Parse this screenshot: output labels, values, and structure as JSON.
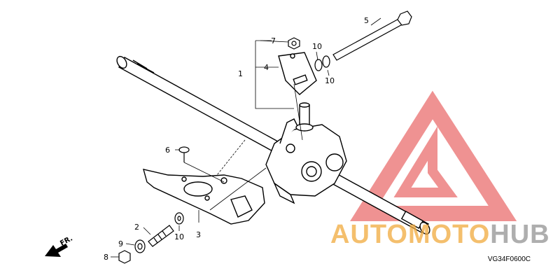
{
  "diagram": {
    "callouts": {
      "p1": "1",
      "p2": "2",
      "p3": "3",
      "p4": "4",
      "p5": "5",
      "p6": "6",
      "p7": "7",
      "p8": "8",
      "p9": "9",
      "p10a": "10",
      "p10b": "10",
      "p10c": "10"
    },
    "direction_label": "FR.",
    "figure_code": "VG34F0600C"
  },
  "watermark": {
    "text_part1": "AUTO",
    "text_part2": "MOTO",
    "text_part3": "HUB",
    "color_red": "#e23a3a",
    "color_orange": "#f0a83c",
    "color_grey": "#a0a0a0"
  }
}
